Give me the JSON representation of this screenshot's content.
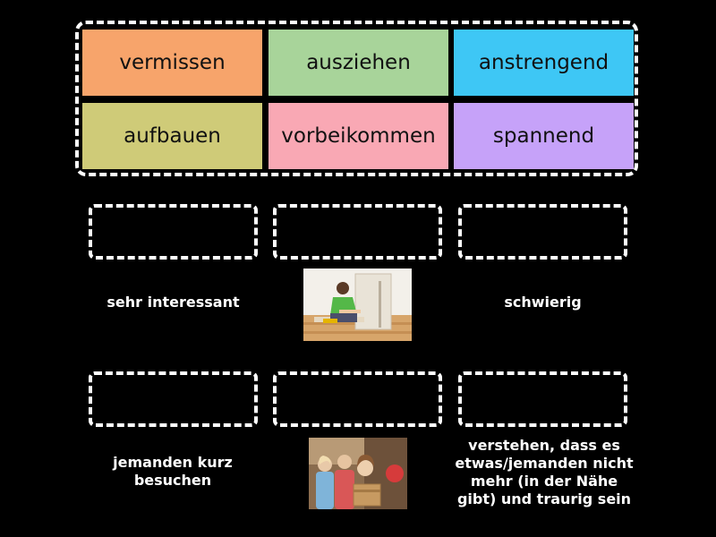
{
  "word_bank": {
    "tiles": [
      {
        "label": "vermissen",
        "color": "#F7A46B"
      },
      {
        "label": "ausziehen",
        "color": "#A8D49A"
      },
      {
        "label": "anstrengend",
        "color": "#3EC7F5"
      },
      {
        "label": "aufbauen",
        "color": "#CFCB78"
      },
      {
        "label": "vorbeikommen",
        "color": "#F9A8B4"
      },
      {
        "label": "spannend",
        "color": "#C6A2F9"
      }
    ]
  },
  "clues": {
    "row1": {
      "left": "sehr interessant",
      "middle_image": "person-assembling-furniture-photo",
      "right": "schwierig"
    },
    "row2": {
      "left": "jemanden kurz besuchen",
      "middle_image": "family-moving-boxes-photo",
      "right": "verstehen, dass es etwas/jemanden nicht mehr (in der Nähe gibt) und traurig sein"
    }
  }
}
